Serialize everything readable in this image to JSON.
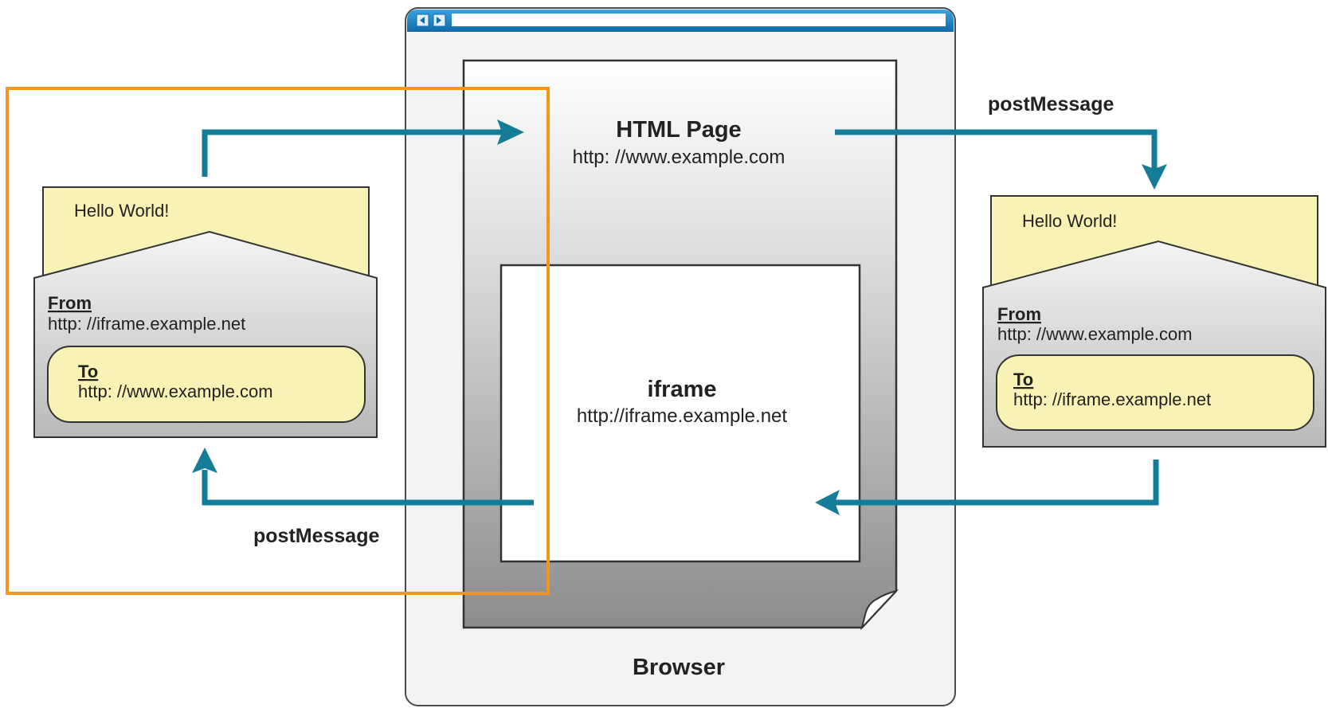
{
  "colors": {
    "arrow": "#137c97",
    "highlight": "#f7941d",
    "envelope_letter": "#f8f3b4",
    "browser_frame": "#f2f3f4",
    "titlebar": "#1a82c4"
  },
  "icons": [
    "browser-back-icon",
    "browser-forward-icon",
    "page-curl-icon"
  ],
  "browser": {
    "label": "Browser",
    "html_page": {
      "title": "HTML Page",
      "url": "http: //www.example.com"
    },
    "iframe": {
      "title": "iframe",
      "url": "http://iframe.example.net"
    }
  },
  "left_message": {
    "letter_text": "Hello World!",
    "from_label": "From",
    "from_url": "http: //iframe.example.net",
    "to_label": "To",
    "to_url": "http: //www.example.com"
  },
  "right_message": {
    "letter_text": "Hello World!",
    "from_label": "From",
    "from_url": "http: //www.example.com",
    "to_label": "To",
    "to_url": "http: //iframe.example.net"
  },
  "arrows": {
    "top_right_label": "postMessage",
    "bottom_left_label": "postMessage"
  }
}
